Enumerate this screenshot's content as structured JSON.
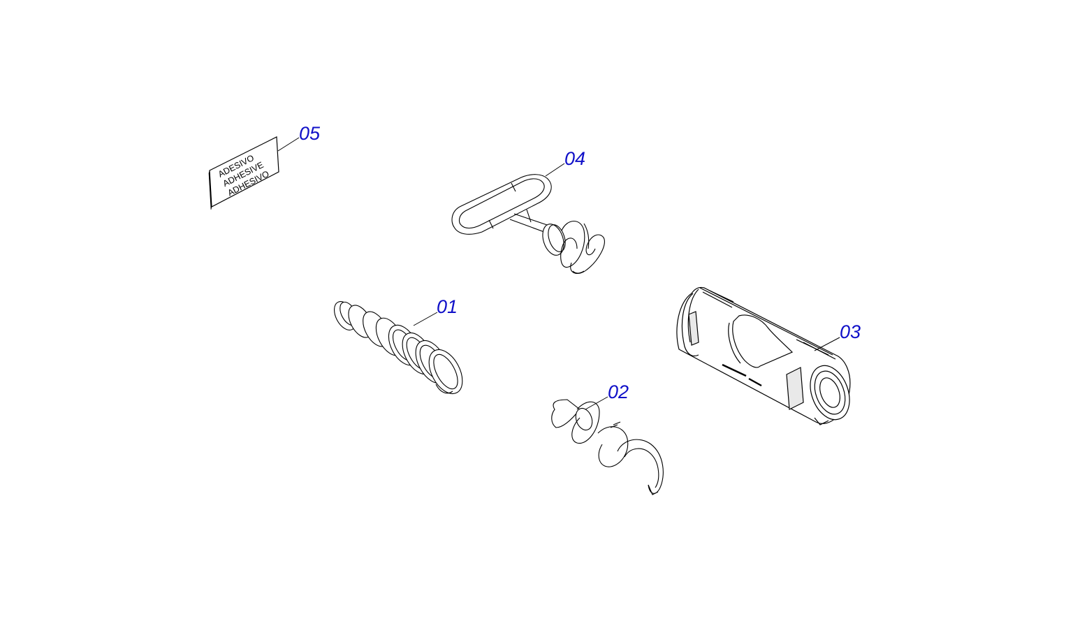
{
  "diagram": {
    "colors": {
      "callout": "#1010c8",
      "outline": "#000000",
      "sticker_fill": "#ffffff",
      "body_fill": "#ffffff",
      "shade": "#e9e9e9"
    },
    "parts": [
      {
        "id": "01",
        "label": "01",
        "component": "large-coil-spring"
      },
      {
        "id": "02",
        "label": "02",
        "component": "open-end-spring"
      },
      {
        "id": "03",
        "label": "03",
        "component": "cylindrical-housing"
      },
      {
        "id": "04",
        "label": "04",
        "component": "handle-spring-pin"
      },
      {
        "id": "05",
        "label": "05",
        "component": "adhesive-sticker"
      }
    ],
    "sticker_lines": [
      "ADESIVO",
      "ADHESIVE",
      "ADHESIVO"
    ]
  }
}
